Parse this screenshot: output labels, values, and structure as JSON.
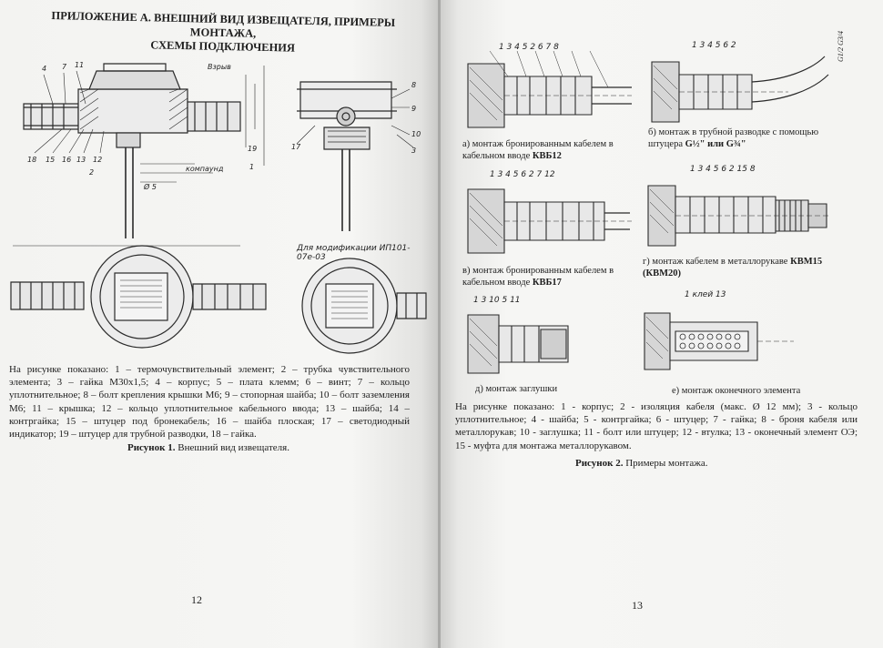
{
  "left_page": {
    "title_line1": "ПРИЛОЖЕНИЕ А. ВНЕШНИЙ ВИД ИЗВЕЩАТЕЛЯ, ПРИМЕРЫ МОНТАЖА,",
    "title_line2": "СХЕМЫ ПОДКЛЮЧЕНИЯ",
    "drawing_labels": {
      "vzryv": "Взрыв",
      "kompaund": "компаунд",
      "dim_d5": "Ø 5",
      "numbers_top": [
        "4",
        "7",
        "11"
      ],
      "numbers_left": [
        "18",
        "15",
        "16",
        "13",
        "12",
        "2"
      ],
      "numbers_right": [
        "19",
        "1"
      ],
      "numbers_side": [
        "8",
        "9",
        "10",
        "3",
        "17"
      ]
    },
    "modification_label": "Для модификации ИП101-07е-03",
    "caption_intro": "На рисунке показано: ",
    "caption_text": "1 – термочувствительный элемент; 2 – трубка чувствительного элемента; 3 – гайка М30х1,5; 4 – корпус; 5 – плата клемм; 6 – винт; 7 – кольцо уплотнительное; 8 – болт крепления крышки М6; 9 – стопорная шайба; 10 – болт заземления М6; 11 – крышка; 12 – кольцо уплотнительное кабельного ввода; 13 – шайба; 14 – контргайка; 15 – штуцер под бронекабель; 16 – шайба плоская; 17 – светодиодный индикатор; 19 – штуцер для трубной разводки, 18 – гайка.",
    "figure_num": "Рисунок 1.",
    "figure_title": " Внешний вид извещателя.",
    "page_number": "12"
  },
  "right_page": {
    "side_label": "G1/2 G3/4",
    "sub_a_text": "а) монтаж бронированным кабелем в кабельном вводе ",
    "sub_a_bold": "КВБ12",
    "sub_a_numbers": "1  3 4 5  2  6  7  8",
    "sub_b_text": "б) монтаж в трубной разводке с помощью штуцера ",
    "sub_b_bold": "G½\" или G¾\"",
    "sub_b_numbers": "1  3  4  5    6  2",
    "sub_v_text": "в) монтаж бронированным кабелем в кабельном вводе ",
    "sub_v_bold": "КВБ17",
    "sub_v_numbers": "1  3 4 5  6  2  7  12",
    "sub_g_text": "г) монтаж кабелем в металлорукаве ",
    "sub_g_bold": "КВМ15 (КВМ20)",
    "sub_g_numbers": "1  3  4  5  6  2  15  8",
    "sub_d_text": "д) монтаж заглушки",
    "sub_d_numbers": "1  3  10 5  11",
    "sub_e_text": "е) монтаж оконечного элемента",
    "sub_e_numbers": "1   клей   13",
    "caption_intro": "На рисунке показано: ",
    "caption_text": "1 - корпус; 2 - изоляция кабеля (макс. Ø 12 мм); 3 - кольцо уплотнительное; 4 - шайба; 5 - контргайка; 6 - штуцер; 7 - гайка; 8 - броня кабеля или металлорукав; 10 - заглушка; 11 - болт или штуцер; 12 - втулка; 13 - оконечный элемент ОЭ; 15 - муфта для монтажа металлорукавом.",
    "figure_num": "Рисунок 2.",
    "figure_title": " Примеры монтажа.",
    "page_number": "13"
  }
}
